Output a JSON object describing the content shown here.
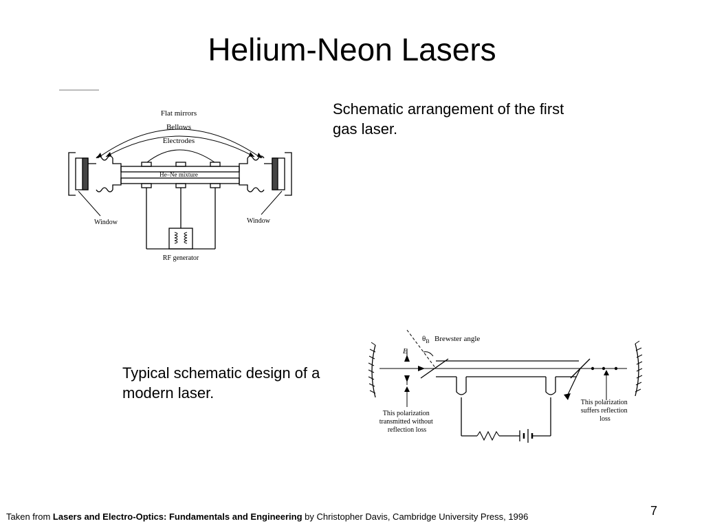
{
  "slide": {
    "title": "Helium-Neon Lasers",
    "page_number": "7"
  },
  "captions": {
    "first": "Schematic arrangement of the first gas laser.",
    "second": "Typical schematic design of a modern laser."
  },
  "figure1": {
    "labels": {
      "flat_mirrors": "Flat mirrors",
      "bellows": "Bellows",
      "electrodes": "Electrodes",
      "gas_mixture": "He–Ne mixture",
      "window_left": "Window",
      "window_right": "Window",
      "rf_generator": "RF generator"
    }
  },
  "figure2": {
    "labels": {
      "brewster_symbol": "θ",
      "brewster_subscript": "B",
      "brewster_angle": "Brewster angle",
      "field_vector": "E",
      "left_note": [
        "This polarization",
        "transmitted without",
        "reflection loss"
      ],
      "right_note": [
        "This polarization",
        "suffers reflection",
        "loss"
      ]
    }
  },
  "credit": {
    "prefix": "Taken from ",
    "book": "Lasers and Electro-Optics: Fundamentals and Engineering",
    "suffix": " by Christopher Davis, Cambridge University Press, 1996"
  }
}
